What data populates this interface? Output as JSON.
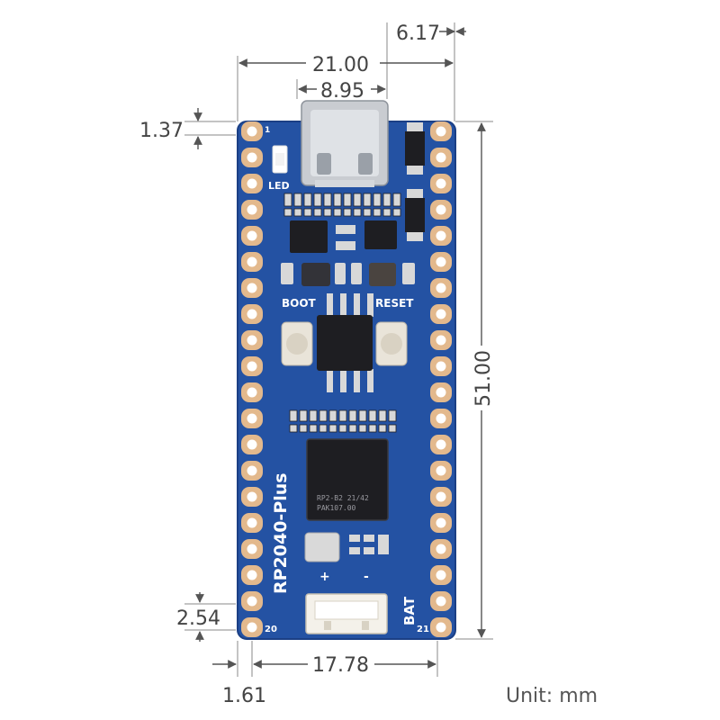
{
  "dimensions": {
    "board_width": "21.00",
    "usb_offset": "6.17",
    "usb_width": "8.95",
    "top_margin": "1.37",
    "board_height": "51.00",
    "pin_pitch": "2.54",
    "row_spacing": "17.78",
    "side_margin": "1.61"
  },
  "board": {
    "name": "RP2040-Plus",
    "led_label": "LED",
    "boot_label": "BOOT",
    "reset_label": "RESET",
    "bat_label": "BAT",
    "plus_label": "+",
    "minus_label": "-",
    "pin_1": "1",
    "pin_20": "20",
    "pin_21": "21",
    "chip_line_1": "RP2-B2  21/42",
    "chip_line_2": "PAK107.00"
  },
  "unit_label": "Unit: mm",
  "colors": {
    "pcb": "#2452a3",
    "pcb_edge": "#1b3f85",
    "pad": "#e3b98d",
    "hole": "#ffffff",
    "chip": "#1e1e22",
    "usb_metal": "#c9ccd1",
    "connector": "#f4f1ea"
  }
}
